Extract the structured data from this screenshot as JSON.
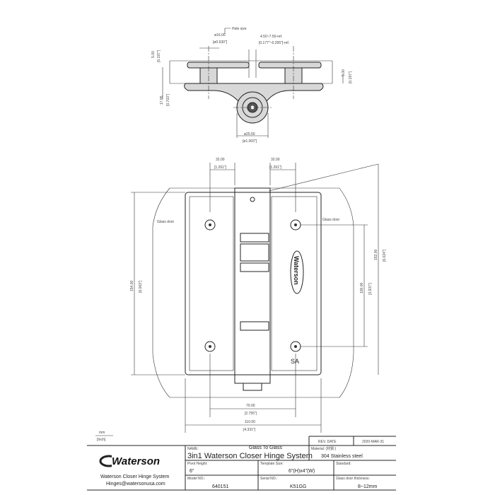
{
  "top_view": {
    "hole_label": "Hole size",
    "hole_dia": "ø16.00",
    "hole_dia_in": "[ø0.630\"]",
    "gap": "4.50~7.50-ref.",
    "gap_in": "[0.177\"~0.295\"]-ref.",
    "plate_left": "5.00",
    "plate_left_in": "[0.197\"]",
    "plate_right": "5.00",
    "plate_right_in": "[0.197\"]",
    "offset": "17.85",
    "offset_in": "[0.703\"]",
    "barrel_dia": "ø25.50",
    "barrel_dia_in": "[ø1.003\"]"
  },
  "front_view": {
    "left_hole": "32.00",
    "left_hole_in": "[1.261\"]",
    "right_hole": "32.00",
    "right_hole_in": "[1.261\"]",
    "height": "154.00",
    "height_in": "[6.063\"]",
    "height2": "153.00",
    "height2_in": "[6.024\"]",
    "hole_spacing": "100.00",
    "hole_spacing_in": "[3.937\"]",
    "hole_width": "70.00",
    "hole_width_in": "[2.755\"]",
    "width": "110.00",
    "width_in": "[4.331\"]",
    "glass_left": "Glass door",
    "glass_right": "Glass door",
    "logo_text": "Waterson",
    "mark": "SA"
  },
  "title_block": {
    "units_top": "mm",
    "units_bottom": "[Inch]",
    "rev_label": "REV. DATE",
    "rev_value": "2020-MAR-31",
    "logo": "Waterson",
    "company": "Waterson Closer Hinge System",
    "email": "Hinges@watersonusa.com",
    "name_label": "NAME:",
    "name_sub": "Glass To Glass",
    "name_value": "3in1 Waterson Closer Hinge System",
    "material_label": "Material: (材質:)",
    "material_value": "304 Stainless steel",
    "pivot_label": "Pivot Height:",
    "pivot_value": "6\"",
    "template_label": "Template Size:",
    "template_value": "6\"(H)x4\"(W)",
    "standard_label": "Standard:",
    "standard_value": "",
    "model_label": "Model NO.:",
    "model_value": "640151",
    "serial_label": "Serial NO.:",
    "serial_value": "K51GG",
    "thickness_label": "Glass door thickness:",
    "thickness_value": "8~12mm"
  }
}
